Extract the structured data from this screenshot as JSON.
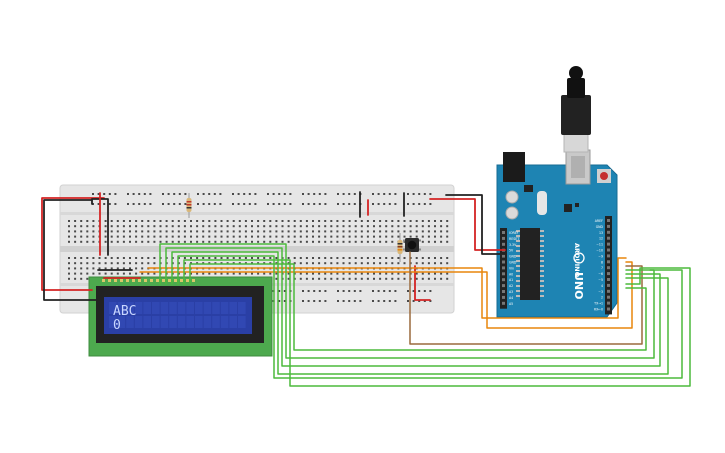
{
  "lcd": {
    "line1": "ABC",
    "line2": "0"
  },
  "arduino": {
    "brand": "ARDUINO",
    "model": "UNO",
    "left_header_labels": [
      "IOREF",
      "RESET",
      "3.3V",
      "5V",
      "GND",
      "GND",
      "Vin",
      "A0",
      "A1",
      "A2",
      "A3",
      "A4",
      "A5"
    ],
    "right_header_labels": [
      "AREF",
      "GND",
      "13",
      "12",
      "~11",
      "~10",
      "~9",
      "8",
      "7",
      "~6",
      "~5",
      "4",
      "~3",
      "2",
      "TX→1",
      "RX←0"
    ]
  },
  "colors": {
    "breadboard": "#e6e6e6",
    "arduino_board": "#1e84b3",
    "lcd_pcb": "#4da94e",
    "lcd_screen": "#2a3fa5",
    "wire_red": "#d42424",
    "wire_black": "#222222",
    "wire_green": "#4cba3c",
    "wire_orange": "#e8860c",
    "wire_brown": "#9a6a3d"
  }
}
